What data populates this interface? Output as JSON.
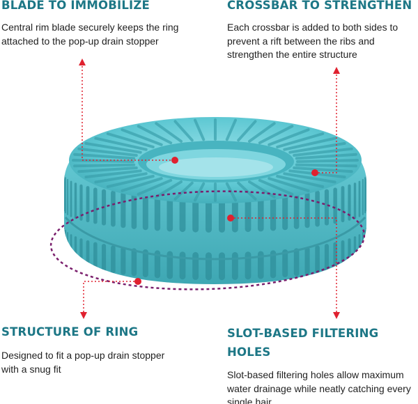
{
  "features": {
    "blade": {
      "title": "BLADE TO IMMOBILIZE",
      "description": "Central rim blade securely keeps the ring attached to the pop-up drain stopper"
    },
    "crossbar": {
      "title": "CROSSBAR TO STRENGTHEN",
      "description": "Each crossbar is added to both sides to prevent a rift between the ribs and strengthen the entire structure"
    },
    "ring": {
      "title": "STRUCTURE OF RING",
      "description": "Designed to fit a pop-up drain stopper with a snug fit"
    },
    "slot": {
      "title": "SLOT-BASED FILTERING HOLES",
      "description": "Slot-based filtering holes allow maximum water drainage while neatly catching every single hair"
    }
  },
  "colors": {
    "title": "#1d7786",
    "text": "#1f1f1f",
    "product": "#5ec8d3",
    "marker": "#e0212f",
    "outline": "#7a1e6c"
  },
  "icons": [
    "drain-ring-illustration",
    "callout-dot-marker",
    "arrow-head"
  ]
}
